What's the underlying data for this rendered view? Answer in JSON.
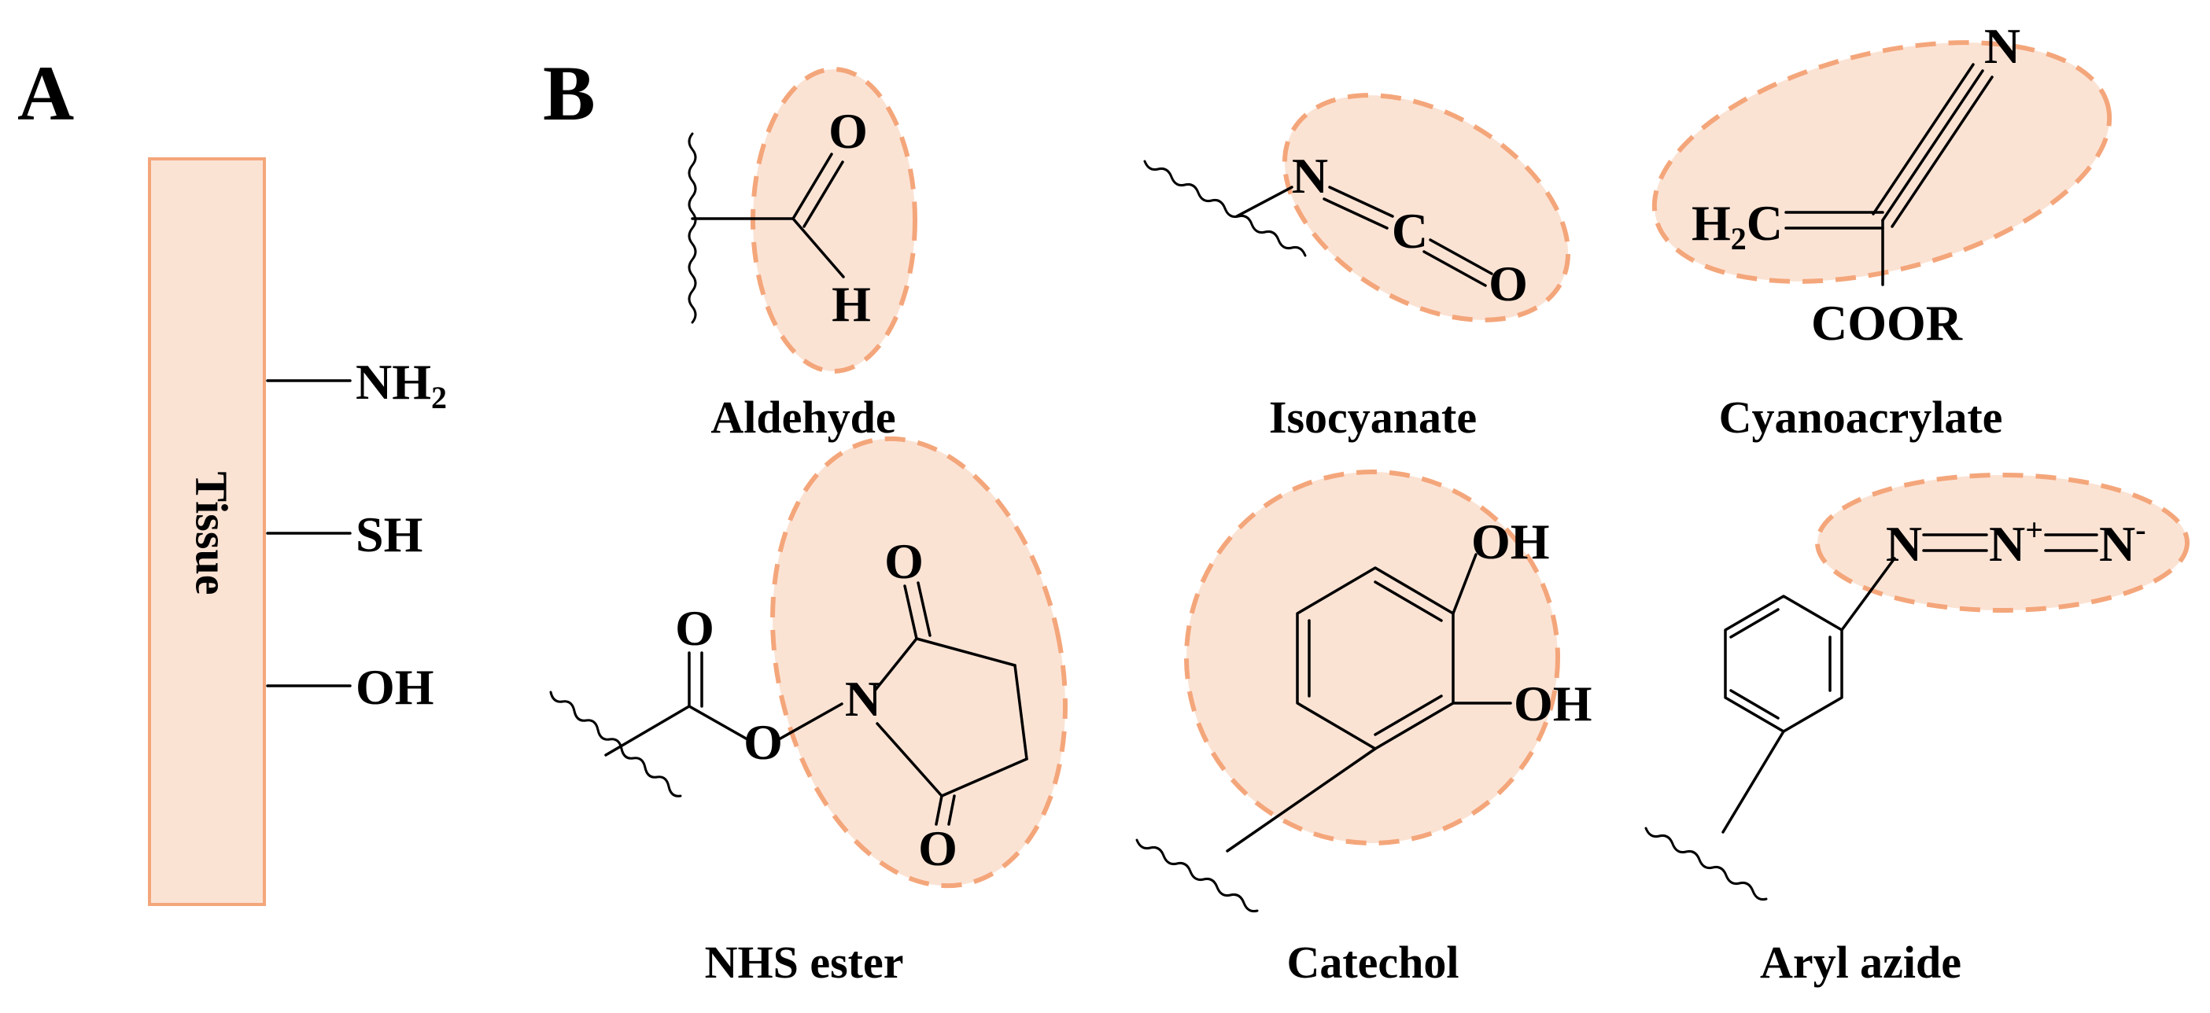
{
  "panels": {
    "a": "A",
    "b": "B"
  },
  "panel_a": {
    "tissue_label": "Tissue",
    "groups": [
      "NH",
      "SH",
      "OH"
    ],
    "nh2_subscript": "2",
    "colors": {
      "tissue_fill": "#fbe3d4",
      "tissue_stroke": "#f4a67b"
    }
  },
  "panel_b": {
    "aldehyde": {
      "name": "Aldehyde",
      "atoms": [
        "O",
        "H"
      ]
    },
    "isocyanate": {
      "name": "Isocyanate",
      "atoms": [
        "N",
        "C",
        "O"
      ]
    },
    "cyanoacrylate": {
      "name": "Cyanoacrylate",
      "atoms": [
        "N",
        "H",
        "2",
        "C",
        "COOR"
      ]
    },
    "nhs_ester": {
      "name": "NHS ester",
      "atoms": [
        "O",
        "O",
        "N",
        "O",
        "O"
      ]
    },
    "catechol": {
      "name": "Catechol",
      "atoms": [
        "OH",
        "OH"
      ]
    },
    "aryl_azide": {
      "name": "Aryl azide",
      "atoms": [
        "N",
        "N",
        "+",
        "N",
        "-"
      ]
    },
    "colors": {
      "highlight_fill": "#fbe3d4",
      "highlight_stroke": "#f4a67b"
    }
  }
}
